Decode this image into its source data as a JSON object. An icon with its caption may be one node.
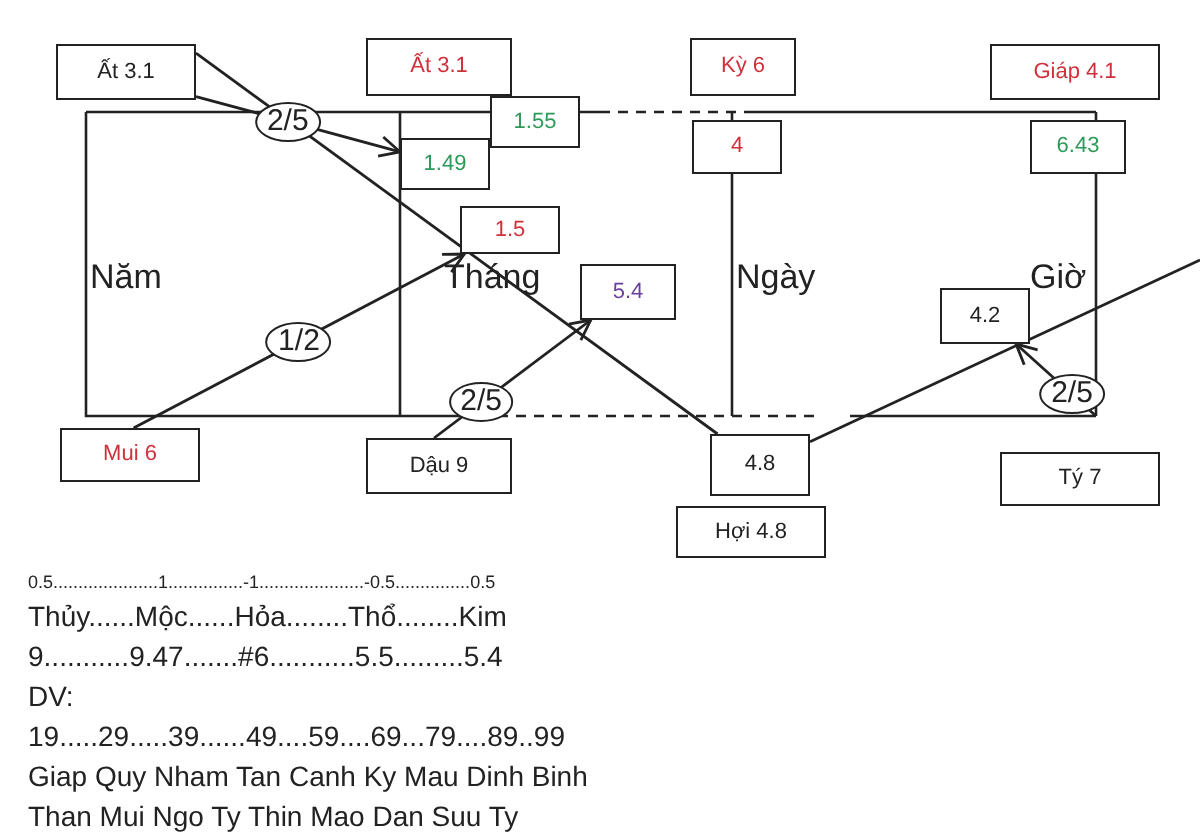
{
  "diagram": {
    "nodes": [
      {
        "text": [
          "Ất 3.1"
        ]
      },
      {
        "text": [
          "Ất 3.1"
        ]
      },
      {
        "text": [
          "Kỳ 6"
        ]
      },
      {
        "text": [
          "Giáp 4.1"
        ]
      },
      {
        "text": [
          "1.55"
        ]
      },
      {
        "text": [
          "1.49"
        ]
      },
      {
        "text": [
          "4"
        ]
      },
      {
        "text": [
          "6.43"
        ]
      },
      {
        "text": [
          "1.5"
        ]
      },
      {
        "text": [
          "5.4"
        ]
      },
      {
        "text": [
          "4.2"
        ]
      },
      {
        "text": [
          "Mui 6"
        ]
      },
      {
        "text": [
          "Dậu 9"
        ]
      },
      {
        "text": [
          "4.8"
        ]
      },
      {
        "text": [
          "Tý 7"
        ]
      },
      {
        "text": [
          "Hợi 4.8"
        ]
      }
    ],
    "edges": [
      {
        "from": 0,
        "to": 5,
        "arrow": "to",
        "label": "2/5"
      },
      {
        "from": 11,
        "to": 8,
        "arrow": "to",
        "label": "1/2"
      },
      {
        "from": 12,
        "to": 9,
        "arrow": "to",
        "label": "2/5"
      },
      {
        "from": null,
        "to": 10,
        "arrow": "to",
        "label": "2/5"
      },
      {
        "from": 0,
        "to": 13,
        "arrow": "none"
      },
      {
        "from": 13,
        "to": null,
        "arrow": "none"
      }
    ],
    "labels": [
      "Năm",
      "Tháng",
      "Ngày",
      "Giờ",
      "0.5.....................1...............-1.....................-0.5...............0.5",
      "Thủy......Mộc......Hỏa........Thổ........Kim",
      "9...........9.47.......#6...........5.5.........5.4",
      "DV:",
      "19.....29.....39......49....59....69...79....89..99",
      "Giap Quy Nham Tan Canh Ky Mau Dinh Binh",
      "Than Mui Ngo Ty Thin Mao Dan Suu Ty"
    ]
  }
}
